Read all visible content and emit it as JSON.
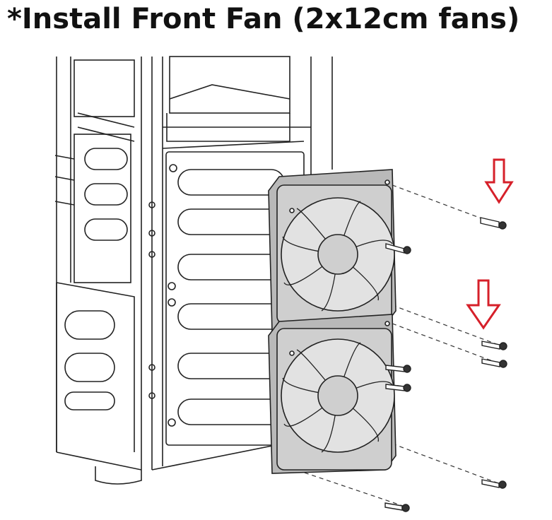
{
  "title": "*Install Front Fan (2x12cm fans)",
  "colors": {
    "line": "#222222",
    "fan_fill": "#b9b9b9",
    "fan_face": "#cfcfcf",
    "arrow": "#d6202a"
  },
  "icons": [
    "chassis-frame",
    "fan",
    "fan",
    "screw",
    "down-arrow"
  ]
}
